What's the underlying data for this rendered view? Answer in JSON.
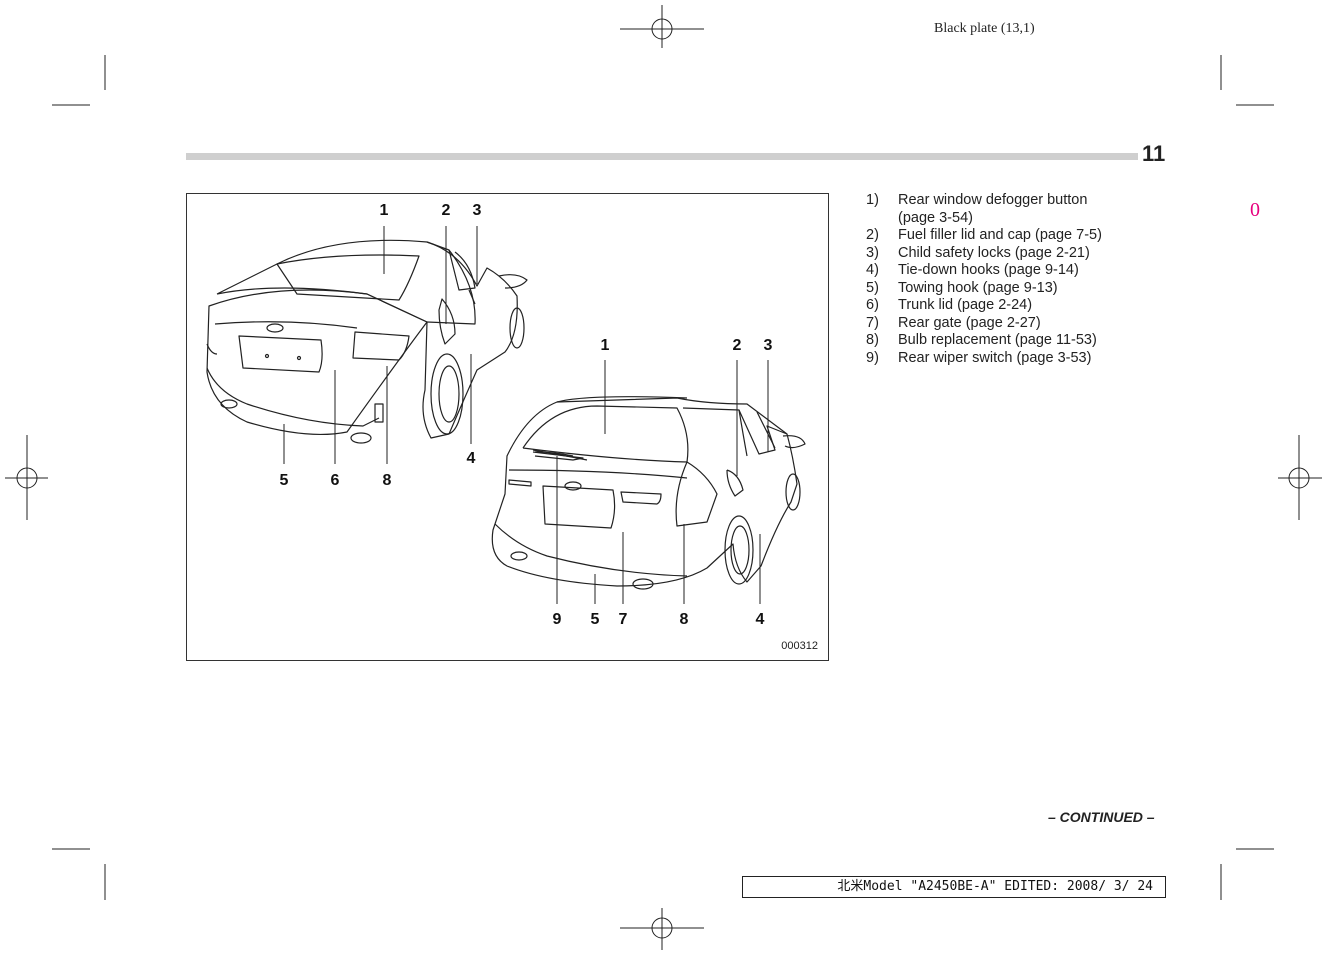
{
  "header": {
    "plate_text": "Black plate (13,1)",
    "page_number": "11",
    "margin_mark": "0"
  },
  "figure": {
    "code": "000312",
    "sedan_callouts_top": [
      "1",
      "2",
      "3"
    ],
    "sedan_callouts_bottom": [
      "5",
      "6",
      "8",
      "4"
    ],
    "wagon_callouts_top": [
      "1",
      "2",
      "3"
    ],
    "wagon_callouts_bottom": [
      "9",
      "5",
      "7",
      "8",
      "4"
    ]
  },
  "legend": [
    {
      "num": "1)",
      "text": "Rear window defogger button (page 3-54)"
    },
    {
      "num": "2)",
      "text": "Fuel filler lid and cap (page 7-5)"
    },
    {
      "num": "3)",
      "text": "Child safety locks (page 2-21)"
    },
    {
      "num": "4)",
      "text": "Tie-down hooks (page 9-14)"
    },
    {
      "num": "5)",
      "text": "Towing hook (page 9-13)"
    },
    {
      "num": "6)",
      "text": "Trunk lid (page 2-24)"
    },
    {
      "num": "7)",
      "text": "Rear gate (page 2-27)"
    },
    {
      "num": "8)",
      "text": "Bulb replacement (page 11-53)"
    },
    {
      "num": "9)",
      "text": "Rear wiper switch (page 3-53)"
    }
  ],
  "footer": {
    "continued": "– CONTINUED –",
    "edit_stamp": "北米Model \"A2450BE-A\" EDITED: 2008/ 3/ 24"
  }
}
